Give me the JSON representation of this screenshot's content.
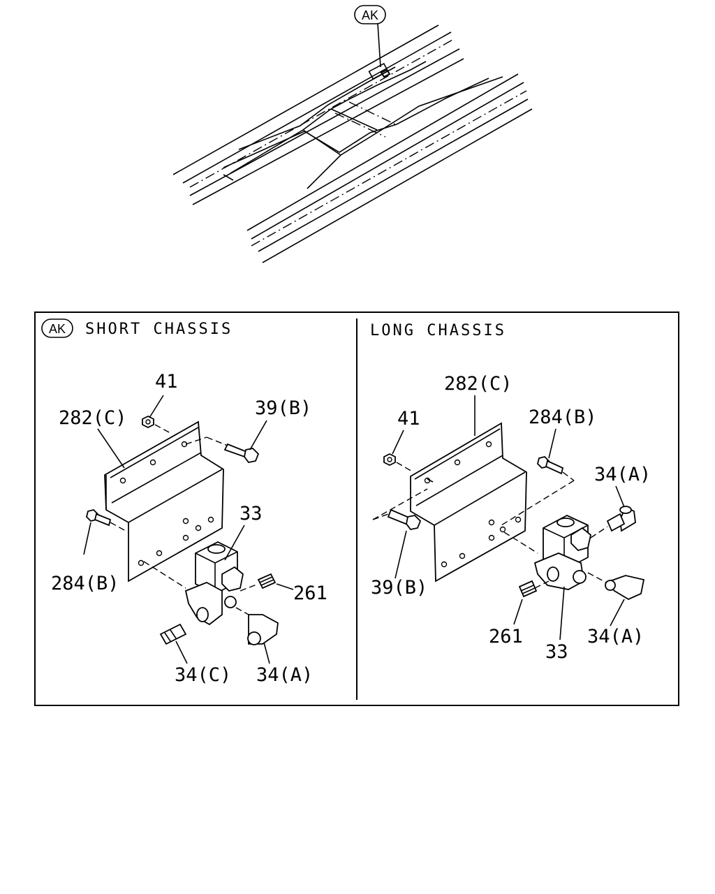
{
  "overview": {
    "view_tag": "AK"
  },
  "short_chassis": {
    "view_tag": "AK",
    "title": "SHORT CHASSIS",
    "labels": {
      "nut": "41",
      "bracket": "282(C)",
      "bolt_top": "39(B)",
      "valve": "33",
      "bolt_left": "284(B)",
      "plug": "261",
      "fitting_c": "34(C)",
      "fitting_a": "34(A)"
    }
  },
  "long_chassis": {
    "title": "LONG CHASSIS",
    "labels": {
      "bracket": "282(C)",
      "nut": "41",
      "bolt_top": "284(B)",
      "fitting_a_top": "34(A)",
      "bolt_left": "39(B)",
      "plug": "261",
      "valve": "33",
      "fitting_a_bottom": "34(A)"
    }
  }
}
